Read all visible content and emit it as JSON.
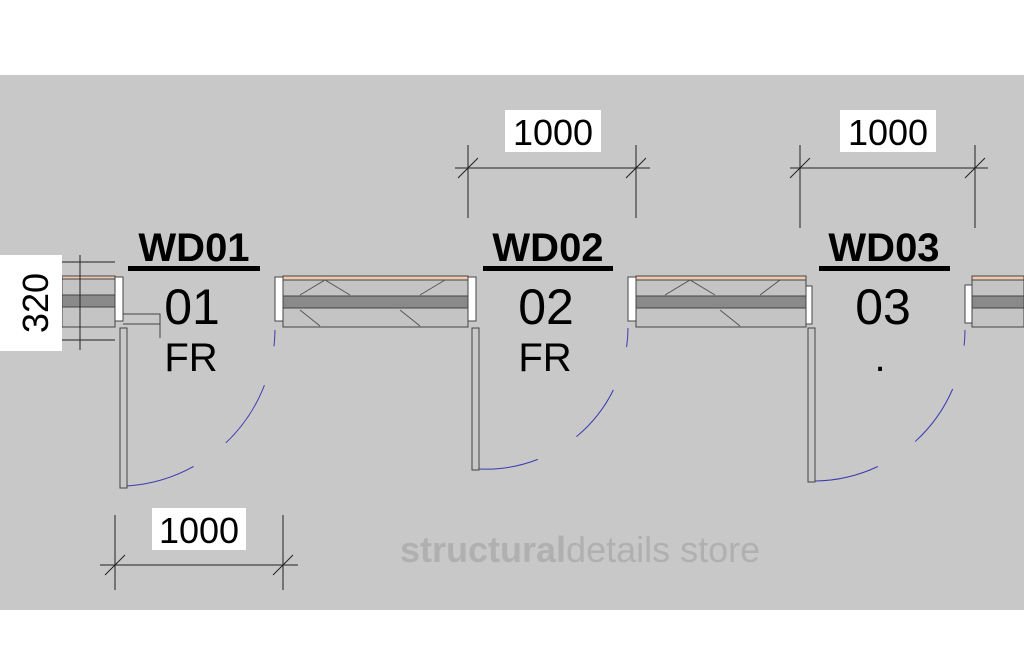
{
  "drawing": {
    "background_color": "#c8c8c8",
    "watermark": {
      "bold": "structural",
      "regular": "details store"
    },
    "wall_thickness_label": "320",
    "doors": [
      {
        "tag": "WD01",
        "number": "01",
        "rating": "FR"
      },
      {
        "tag": "WD02",
        "number": "02",
        "rating": "FR"
      },
      {
        "tag": "WD03",
        "number": "03",
        "rating": "."
      }
    ],
    "dimensions": {
      "wd01_width": "1000",
      "wd02_width": "1000",
      "wd03_width": "1000"
    }
  }
}
